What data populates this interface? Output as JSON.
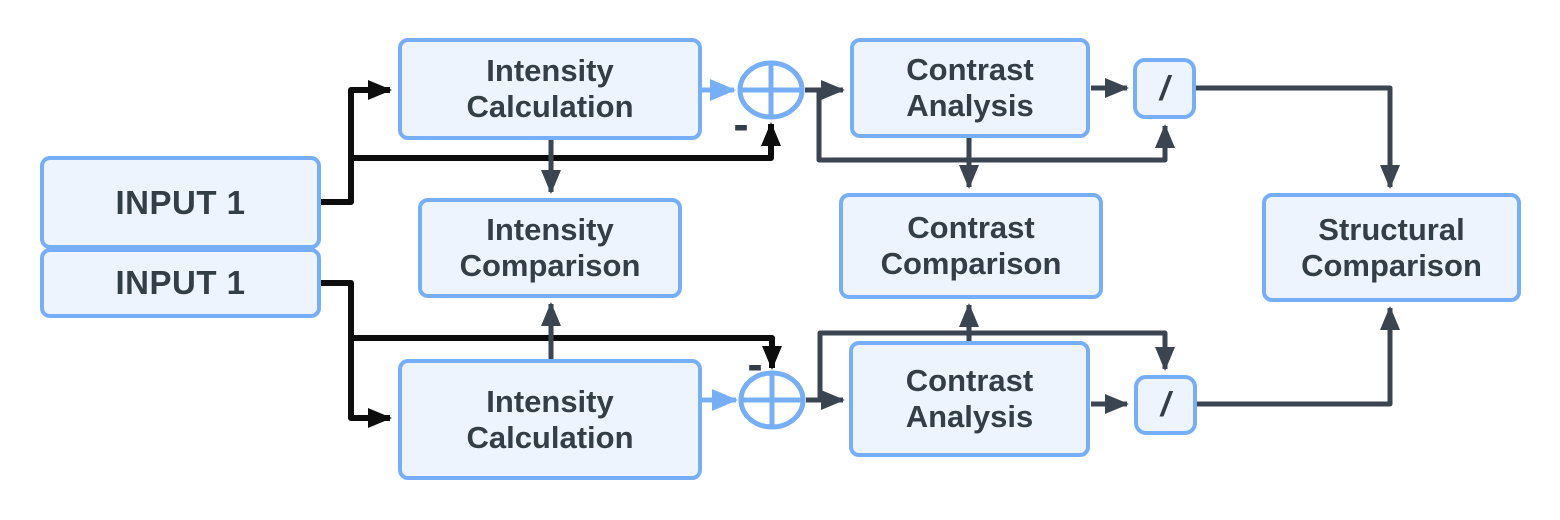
{
  "diagram": {
    "type": "flowchart",
    "colors": {
      "node_border": "#76aff8",
      "node_fill": "#edf4fd",
      "text": "#343e49",
      "line_black": "#0d0d0d",
      "line_slate": "#3b4552",
      "accent_blue": "#76aff8"
    },
    "nodes": {
      "input_top": {
        "label": "INPUT 1"
      },
      "input_bottom": {
        "label": "INPUT 1"
      },
      "intensity_calc_top": {
        "label": "Intensity\nCalculation"
      },
      "intensity_comparison": {
        "label": "Intensity\nComparison"
      },
      "intensity_calc_bottom": {
        "label": "Intensity\nCalculation"
      },
      "contrast_analysis_top": {
        "label": "Contrast\nAnalysis"
      },
      "contrast_comparison": {
        "label": "Contrast\nComparison"
      },
      "contrast_analysis_bottom": {
        "label": "Contrast\nAnalysis"
      },
      "divide_top": {
        "label": "/"
      },
      "divide_bottom": {
        "label": "/"
      },
      "structural_comparison": {
        "label": "Structural\nComparison"
      }
    },
    "operators": {
      "sum_top": {
        "type": "circled-plus"
      },
      "sum_bottom": {
        "type": "circled-plus"
      },
      "minus_top": {
        "label": "-"
      },
      "minus_bottom": {
        "label": "-"
      }
    },
    "edges": [
      {
        "from": "input_top",
        "to": "intensity_calc_top",
        "style": "black"
      },
      {
        "from": "input_top",
        "to": "sum_top",
        "style": "black",
        "note": "bypass, minus input"
      },
      {
        "from": "input_bottom",
        "to": "intensity_calc_bottom",
        "style": "black"
      },
      {
        "from": "input_bottom",
        "to": "sum_bottom",
        "style": "black",
        "note": "bypass, minus input"
      },
      {
        "from": "intensity_calc_top",
        "to": "sum_top",
        "style": "blue"
      },
      {
        "from": "intensity_calc_bottom",
        "to": "sum_bottom",
        "style": "blue"
      },
      {
        "from": "intensity_calc_top",
        "to": "intensity_comparison",
        "style": "slate"
      },
      {
        "from": "intensity_calc_bottom",
        "to": "intensity_comparison",
        "style": "slate"
      },
      {
        "from": "sum_top",
        "to": "contrast_analysis_top",
        "style": "slate"
      },
      {
        "from": "sum_top",
        "to": "divide_top",
        "style": "slate",
        "note": "bypass"
      },
      {
        "from": "sum_bottom",
        "to": "contrast_analysis_bottom",
        "style": "slate"
      },
      {
        "from": "sum_bottom",
        "to": "divide_bottom",
        "style": "slate",
        "note": "bypass"
      },
      {
        "from": "contrast_analysis_top",
        "to": "contrast_comparison",
        "style": "slate"
      },
      {
        "from": "contrast_analysis_bottom",
        "to": "contrast_comparison",
        "style": "slate"
      },
      {
        "from": "contrast_analysis_top",
        "to": "divide_top",
        "style": "slate"
      },
      {
        "from": "contrast_analysis_bottom",
        "to": "divide_bottom",
        "style": "slate"
      },
      {
        "from": "divide_top",
        "to": "structural_comparison",
        "style": "slate"
      },
      {
        "from": "divide_bottom",
        "to": "structural_comparison",
        "style": "slate"
      }
    ]
  }
}
